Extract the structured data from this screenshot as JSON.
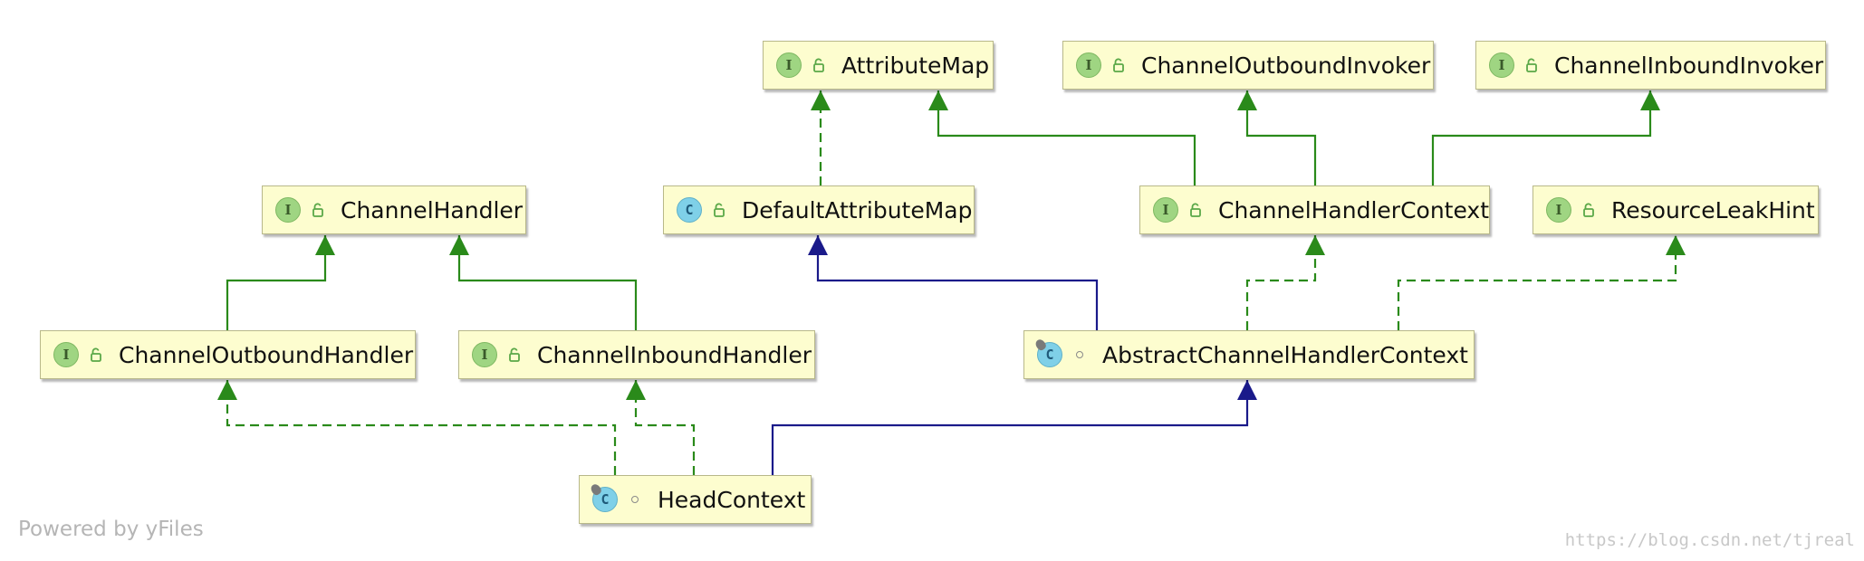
{
  "colors": {
    "node_fill": "#fdfdcf",
    "implements_edge": "#2a8a1a",
    "extends_edge": "#1a1a8a"
  },
  "nodes": [
    {
      "id": "AttributeMap",
      "label": "AttributeMap",
      "kind": "I",
      "visibility": "public-lock-icon"
    },
    {
      "id": "ChannelOutboundInvoker",
      "label": "ChannelOutboundInvoker",
      "kind": "I",
      "visibility": "public-lock-icon"
    },
    {
      "id": "ChannelInboundInvoker",
      "label": "ChannelInboundInvoker",
      "kind": "I",
      "visibility": "public-lock-icon"
    },
    {
      "id": "ChannelHandler",
      "label": "ChannelHandler",
      "kind": "I",
      "visibility": "public-lock-icon"
    },
    {
      "id": "DefaultAttributeMap",
      "label": "DefaultAttributeMap",
      "kind": "C",
      "visibility": "public-lock-icon"
    },
    {
      "id": "ChannelHandlerContext",
      "label": "ChannelHandlerContext",
      "kind": "I",
      "visibility": "public-lock-icon"
    },
    {
      "id": "ResourceLeakHint",
      "label": "ResourceLeakHint",
      "kind": "I",
      "visibility": "public-lock-icon"
    },
    {
      "id": "ChannelOutboundHandler",
      "label": "ChannelOutboundHandler",
      "kind": "I",
      "visibility": "public-lock-icon"
    },
    {
      "id": "ChannelInboundHandler",
      "label": "ChannelInboundHandler",
      "kind": "I",
      "visibility": "public-lock-icon"
    },
    {
      "id": "AbstractChannelHandlerContext",
      "label": "AbstractChannelHandlerContext",
      "kind": "C",
      "abstract": true,
      "visibility": "package-dot-icon"
    },
    {
      "id": "HeadContext",
      "label": "HeadContext",
      "kind": "C",
      "abstract": true,
      "visibility": "package-dot-icon"
    }
  ],
  "edges": [
    {
      "from": "DefaultAttributeMap",
      "to": "AttributeMap",
      "type": "implements"
    },
    {
      "from": "ChannelHandlerContext",
      "to": "AttributeMap",
      "type": "interface-extends"
    },
    {
      "from": "ChannelHandlerContext",
      "to": "ChannelOutboundInvoker",
      "type": "interface-extends"
    },
    {
      "from": "ChannelHandlerContext",
      "to": "ChannelInboundInvoker",
      "type": "interface-extends"
    },
    {
      "from": "ChannelOutboundHandler",
      "to": "ChannelHandler",
      "type": "interface-extends"
    },
    {
      "from": "ChannelInboundHandler",
      "to": "ChannelHandler",
      "type": "interface-extends"
    },
    {
      "from": "AbstractChannelHandlerContext",
      "to": "DefaultAttributeMap",
      "type": "extends"
    },
    {
      "from": "AbstractChannelHandlerContext",
      "to": "ChannelHandlerContext",
      "type": "implements"
    },
    {
      "from": "AbstractChannelHandlerContext",
      "to": "ResourceLeakHint",
      "type": "implements"
    },
    {
      "from": "HeadContext",
      "to": "ChannelOutboundHandler",
      "type": "implements"
    },
    {
      "from": "HeadContext",
      "to": "ChannelInboundHandler",
      "type": "implements"
    },
    {
      "from": "HeadContext",
      "to": "AbstractChannelHandlerContext",
      "type": "extends"
    }
  ],
  "footer": {
    "powered_by": "Powered by yFiles"
  },
  "watermark": {
    "url": "https://blog.csdn.net/tjreal"
  }
}
